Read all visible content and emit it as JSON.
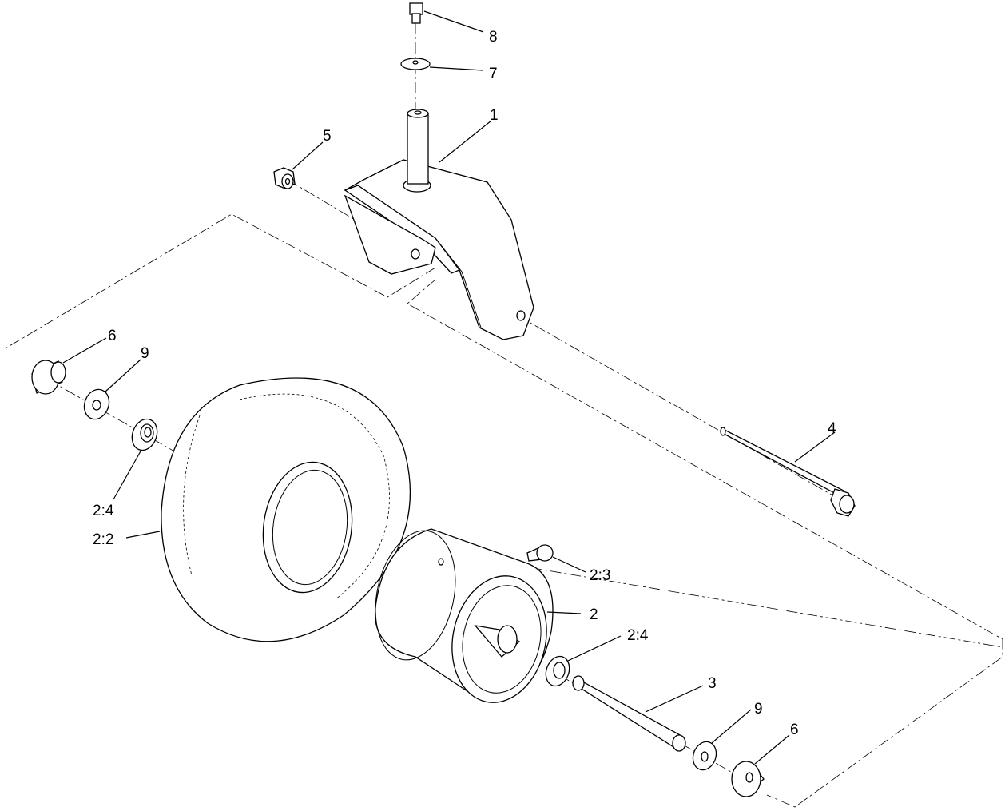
{
  "callouts": [
    {
      "key": "c8",
      "label": "8"
    },
    {
      "key": "c7",
      "label": "7"
    },
    {
      "key": "c1",
      "label": "1"
    },
    {
      "key": "c5",
      "label": "5"
    },
    {
      "key": "c6a",
      "label": "6"
    },
    {
      "key": "c9a",
      "label": "9"
    },
    {
      "key": "c4",
      "label": "4"
    },
    {
      "key": "c24a",
      "label": "2:4"
    },
    {
      "key": "c22",
      "label": "2:2"
    },
    {
      "key": "c23",
      "label": "2:3"
    },
    {
      "key": "c2",
      "label": "2"
    },
    {
      "key": "c24b",
      "label": "2:4"
    },
    {
      "key": "c3",
      "label": "3"
    },
    {
      "key": "c9b",
      "label": "9"
    },
    {
      "key": "c6b",
      "label": "6"
    }
  ]
}
